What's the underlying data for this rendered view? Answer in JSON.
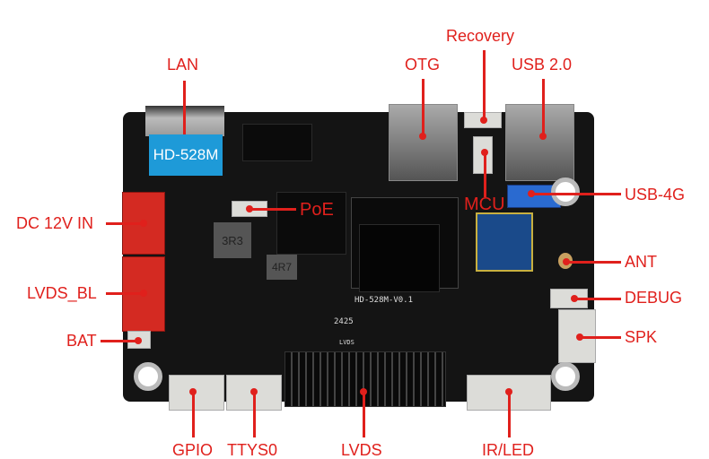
{
  "board": {
    "model_label": "HD-528M",
    "silk_model": "HD-528M-V0.1",
    "silk_date": "2425",
    "silk_inductor_1": "3R3",
    "silk_inductor_2": "4R7",
    "silk_lvds": "LVDS"
  },
  "callouts": {
    "lan": "LAN",
    "recovery": "Recovery",
    "otg": "OTG",
    "usb2": "USB 2.0",
    "poe": "PoE",
    "mcu": "MCU",
    "usb4g": "USB-4G",
    "dc_in": "DC 12V IN",
    "ant": "ANT",
    "lvds_bl": "LVDS_BL",
    "debug": "DEBUG",
    "spk": "SPK",
    "bat": "BAT",
    "gpio": "GPIO",
    "ttys0": "TTYS0",
    "lvds": "LVDS",
    "ir_led": "IR/LED"
  },
  "colors": {
    "callout": "#e0201c",
    "label_box": "#1e9ad8",
    "pcb": "#141414"
  }
}
